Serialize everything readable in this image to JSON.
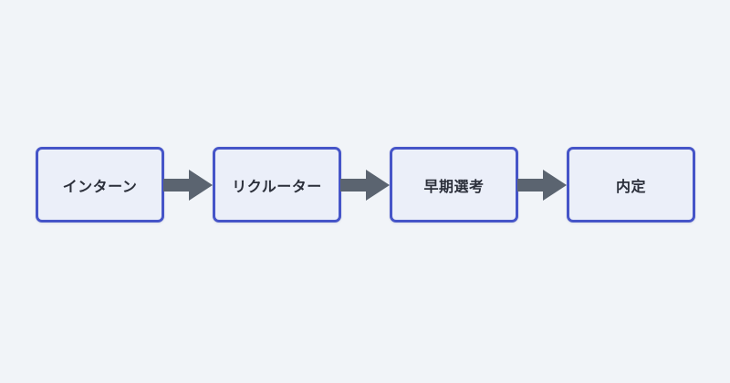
{
  "diagram": {
    "steps": [
      {
        "label": "インターン"
      },
      {
        "label": "リクルーター"
      },
      {
        "label": "早期選考"
      },
      {
        "label": "内定"
      }
    ]
  },
  "colors": {
    "background": "#f1f4f8",
    "box_border": "#4655c8",
    "box_fill": "#ebeff9",
    "arrow": "#5b6470",
    "text": "#2b2f3a"
  },
  "icons": {
    "connector": "right-arrow-icon"
  }
}
